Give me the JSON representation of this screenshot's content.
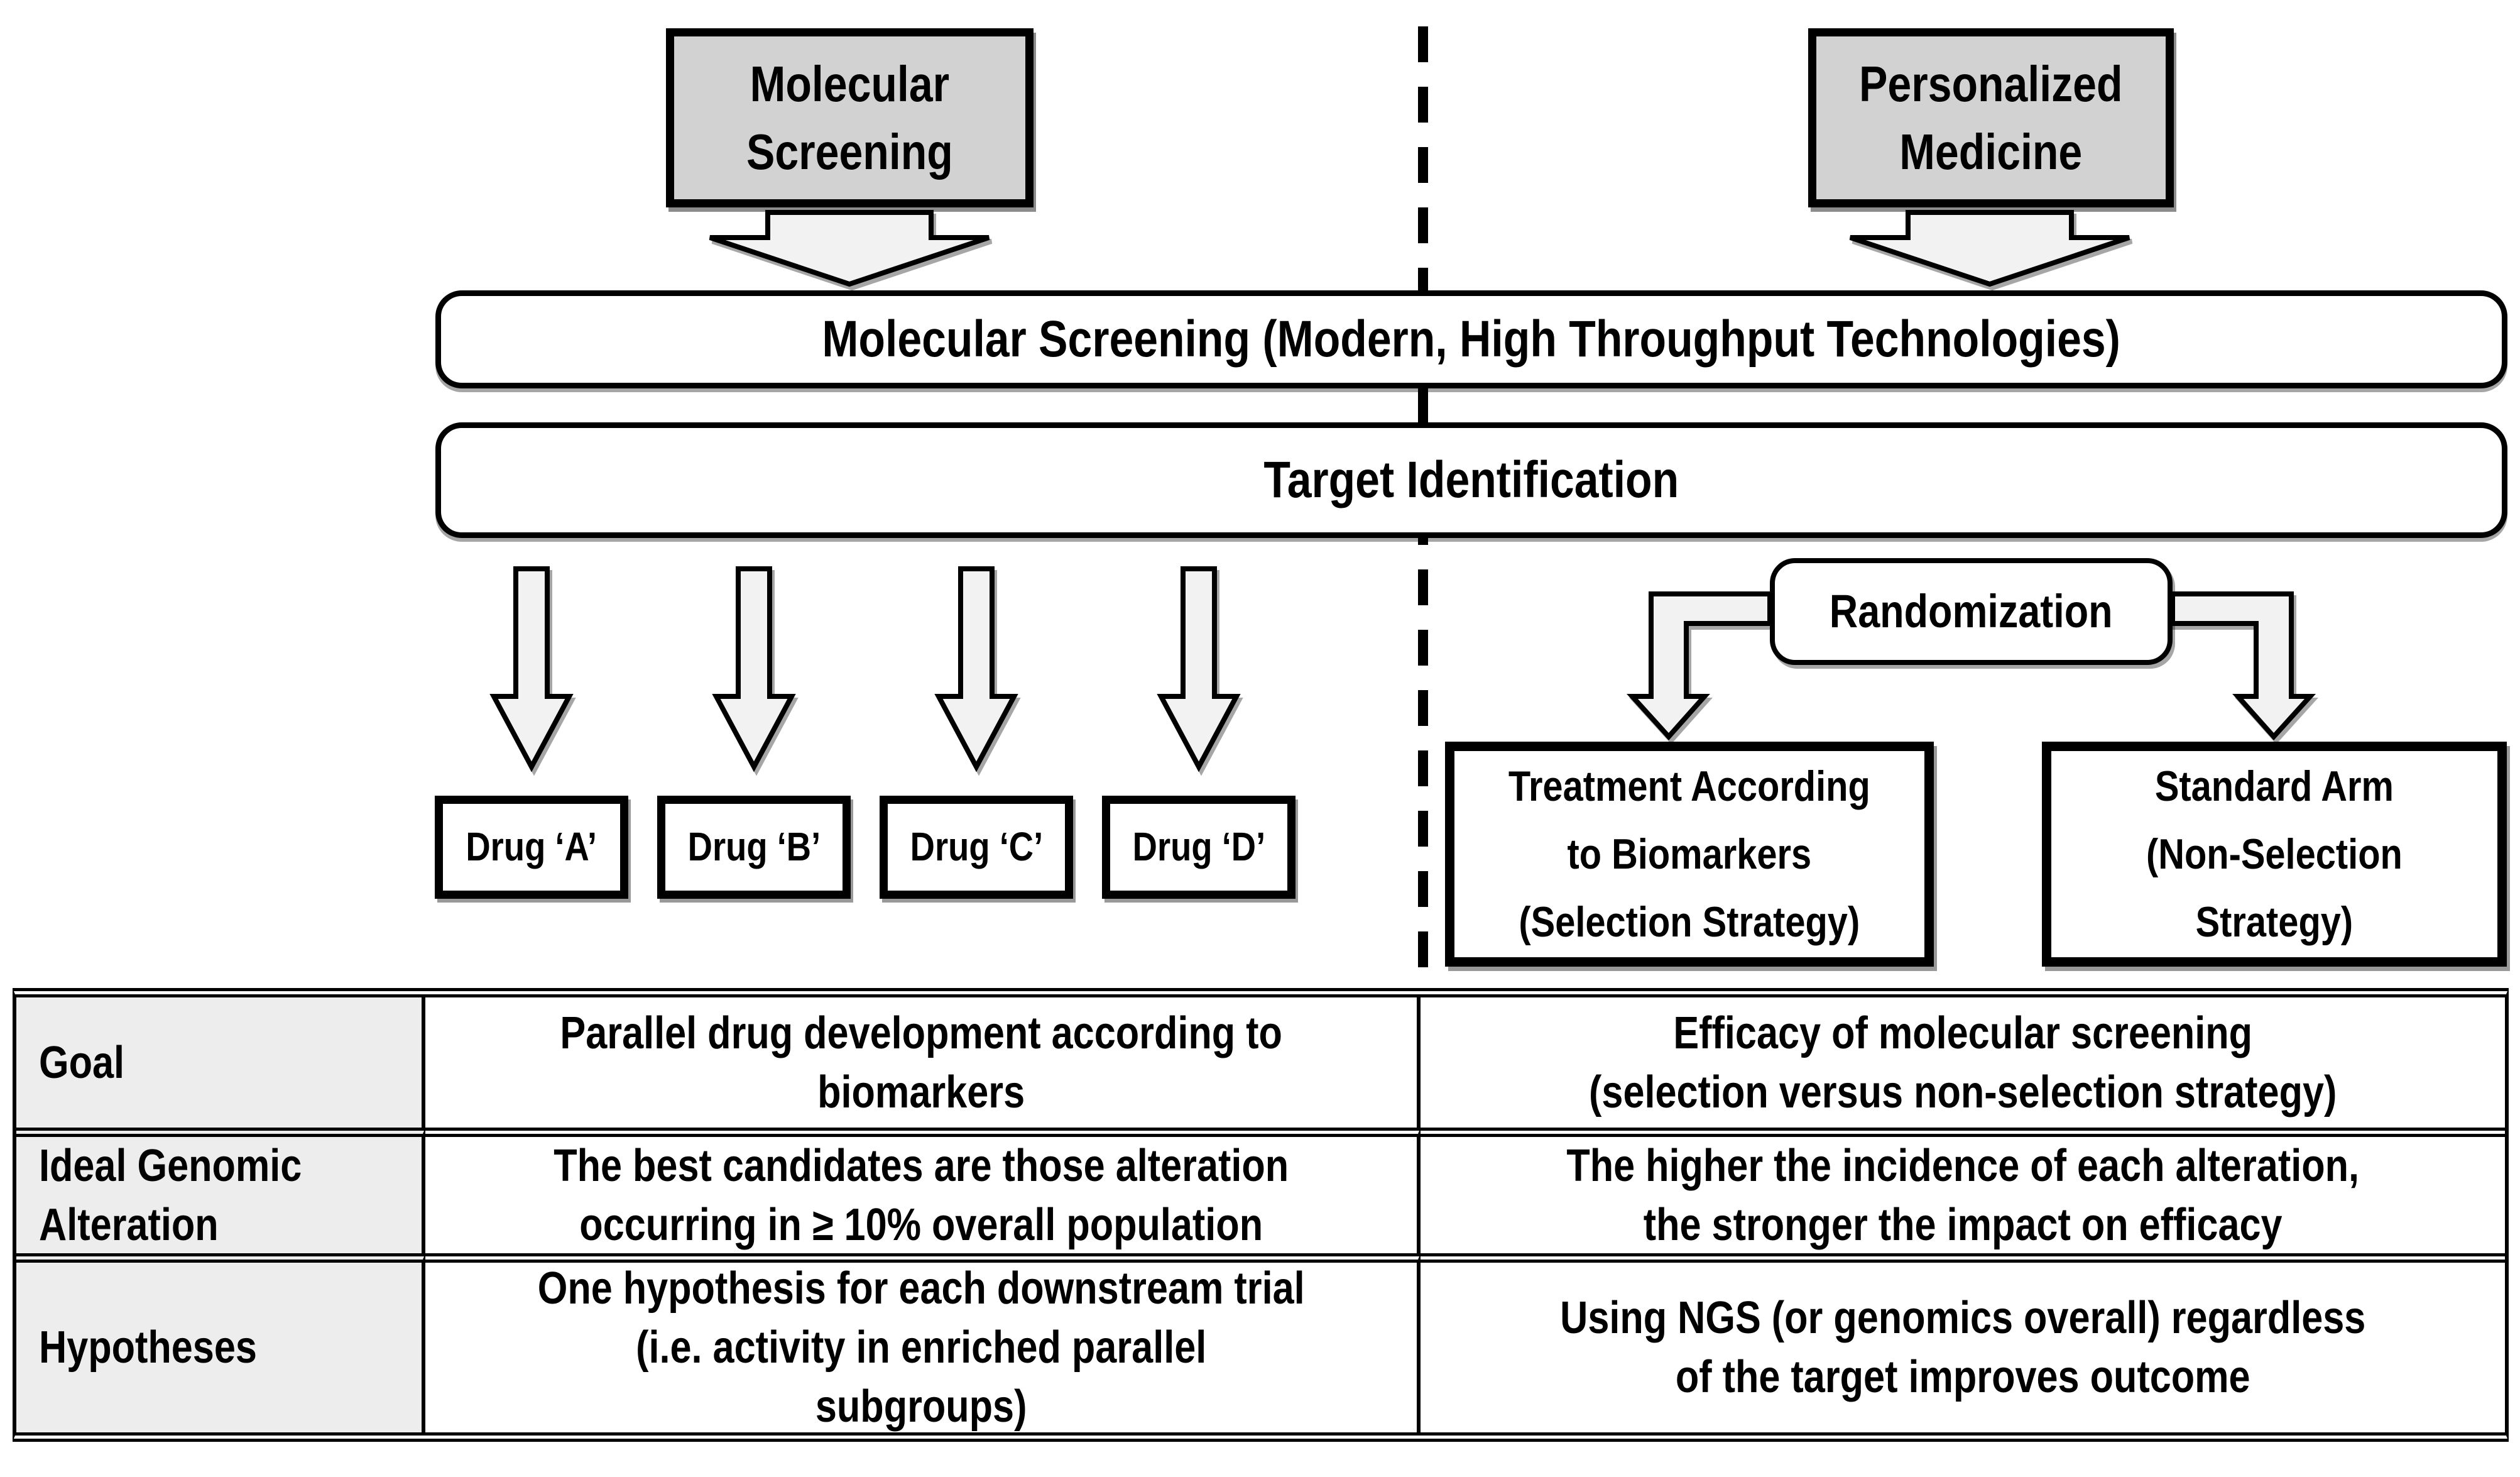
{
  "diagram": {
    "left_track_label": "Molecular\nScreening",
    "right_track_label": "Personalized\nMedicine",
    "banner1": "Molecular Screening (Modern, High Throughput Technologies)",
    "banner2": "Target Identification",
    "drugs": [
      "Drug ‘A’",
      "Drug ‘B’",
      "Drug ‘C’",
      "Drug ‘D’"
    ],
    "randomization": "Randomization",
    "treatment_arm": "Treatment According\nto Biomarkers\n(Selection Strategy)",
    "standard_arm": "Standard Arm\n(Non-Selection\nStrategy)"
  },
  "table": {
    "rows": [
      {
        "header": "Goal",
        "left": "Parallel drug development according to\nbiomarkers",
        "right": "Efficacy of molecular screening\n(selection versus non-selection strategy)"
      },
      {
        "header": "Ideal Genomic\nAlteration",
        "left": "The best candidates are those alteration\noccurring in ≥ 10% overall population",
        "right": "The higher the incidence of each alteration,\nthe stronger the impact on efficacy"
      },
      {
        "header": "Hypotheses",
        "left": "One hypothesis for each downstream trial\n(i.e. activity in enriched parallel\nsubgroups)",
        "right": "Using NGS (or genomics overall) regardless\nof the target improves outcome"
      }
    ]
  },
  "colors": {
    "gray_box_fill": "#d2d2d2",
    "arrow_fill": "#f2f2f2",
    "table_header_fill": "#ededed",
    "line_color": "#000000"
  }
}
